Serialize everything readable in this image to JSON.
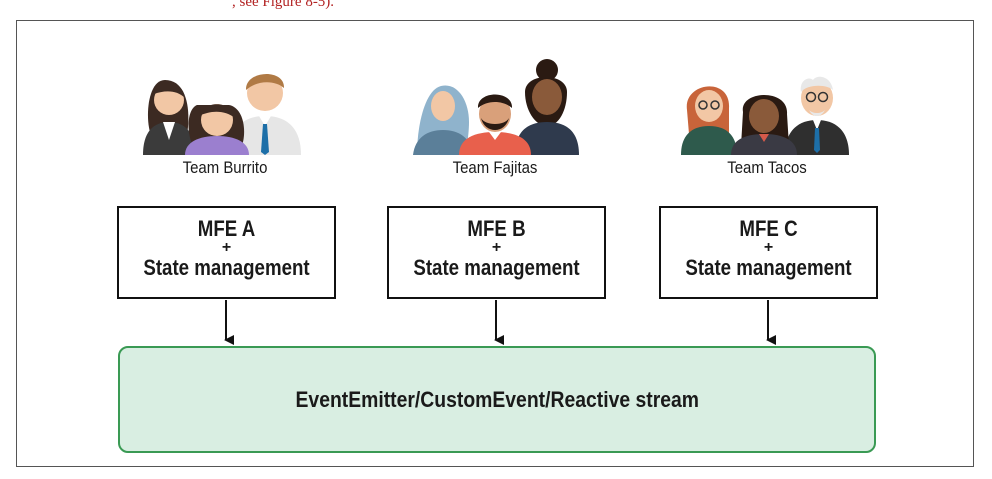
{
  "top_caption": ", see Figure 8-5).",
  "teams": [
    {
      "name": "Team Burrito",
      "mfe": "MFE A"
    },
    {
      "name": "Team Fajitas",
      "mfe": "MFE B"
    },
    {
      "name": "Team Tacos",
      "mfe": "MFE C"
    }
  ],
  "mfe_plus": "+",
  "mfe_subtitle": "State management",
  "bus_label": "EventEmitter/CustomEvent/Reactive stream",
  "colors": {
    "bus_fill": "#d9eee2",
    "bus_border": "#3a9a54",
    "caption_red": "#b22222"
  }
}
